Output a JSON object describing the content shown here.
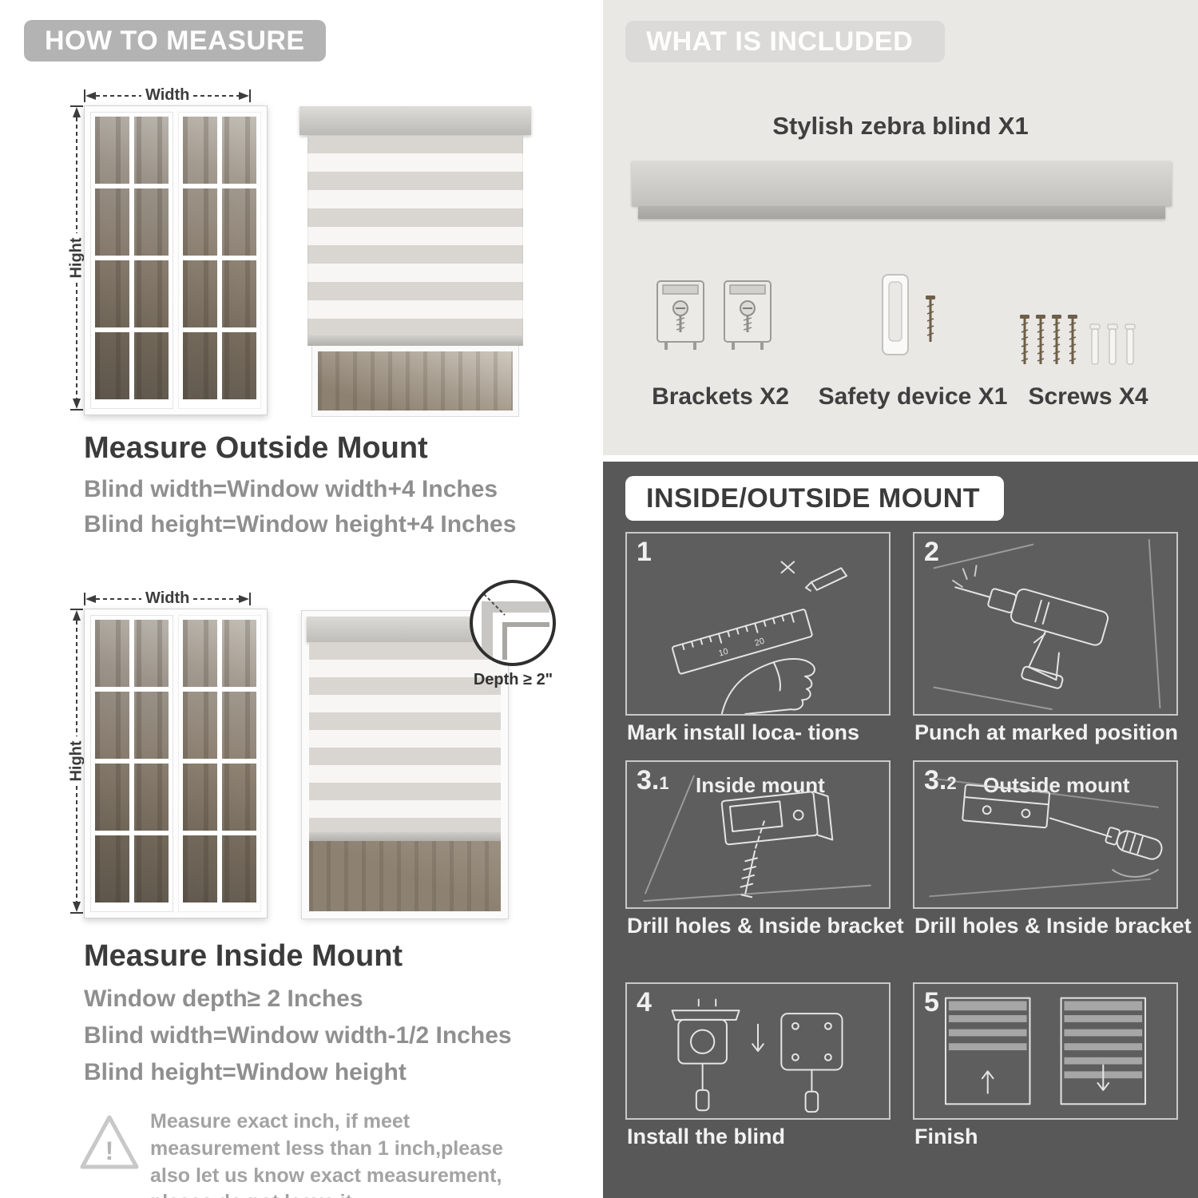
{
  "how_to_measure": {
    "header": "HOW TO MEASURE",
    "outside": {
      "width_label": "Width",
      "height_label": "Hight",
      "heading": "Measure Outside Mount",
      "formulas": [
        "Blind width=Window width+4 Inches",
        "Blind height=Window height+4 Inches"
      ]
    },
    "inside": {
      "width_label": "Width",
      "height_label": "Hight",
      "depth_label": "Depth ≥ 2\"",
      "heading": "Measure Inside Mount",
      "formulas": [
        "Window depth≥ 2 Inches",
        "Blind width=Window width-1/2 Inches",
        "Blind height=Window height"
      ]
    },
    "warning_icon": "!",
    "note": "Measure exact inch, if meet measurement less than 1 inch,please also let us know exact measurement, please do not leave it"
  },
  "included": {
    "header": "WHAT IS INCLUDED",
    "blind_label": "Stylish zebra blind X1",
    "items": [
      {
        "name": "brackets",
        "label": "Brackets X2"
      },
      {
        "name": "safety-device",
        "label": "Safety device X1"
      },
      {
        "name": "screws",
        "label": "Screws X4"
      }
    ]
  },
  "mount": {
    "header": "INSIDE/OUTSIDE MOUNT",
    "steps": [
      {
        "num": "1",
        "sub": "",
        "title": "",
        "caption": "Mark install loca- tions",
        "ruler_marks": [
          "10",
          "20"
        ]
      },
      {
        "num": "2",
        "sub": "",
        "title": "",
        "caption": "Punch at marked position"
      },
      {
        "num": "3.",
        "sub": "1",
        "title": "Inside mount",
        "caption": "Drill holes & Inside bracket"
      },
      {
        "num": "3.",
        "sub": "2",
        "title": "Outside mount",
        "caption": "Drill holes & Inside bracket"
      },
      {
        "num": "4",
        "sub": "",
        "title": "",
        "caption": "Install the blind"
      },
      {
        "num": "5",
        "sub": "",
        "title": "",
        "caption": "Finish"
      }
    ]
  }
}
